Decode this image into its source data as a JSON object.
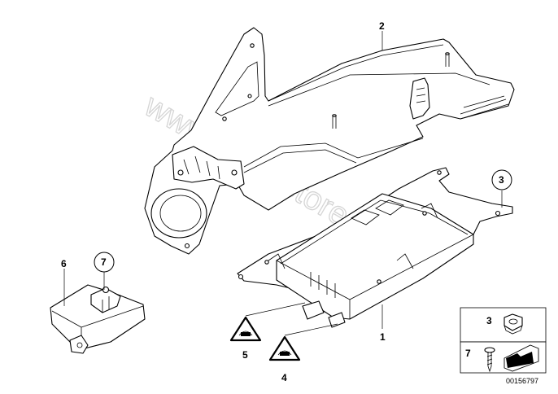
{
  "watermark": "www.BMWstore.pl",
  "callouts": {
    "part_1": "1",
    "part_2": "2",
    "part_3": "3",
    "part_4": "4",
    "part_5": "5",
    "part_6": "6",
    "part_7": "7"
  },
  "legend": {
    "nut_label": "3",
    "screw_label": "7"
  },
  "catalog_number": "00156797"
}
